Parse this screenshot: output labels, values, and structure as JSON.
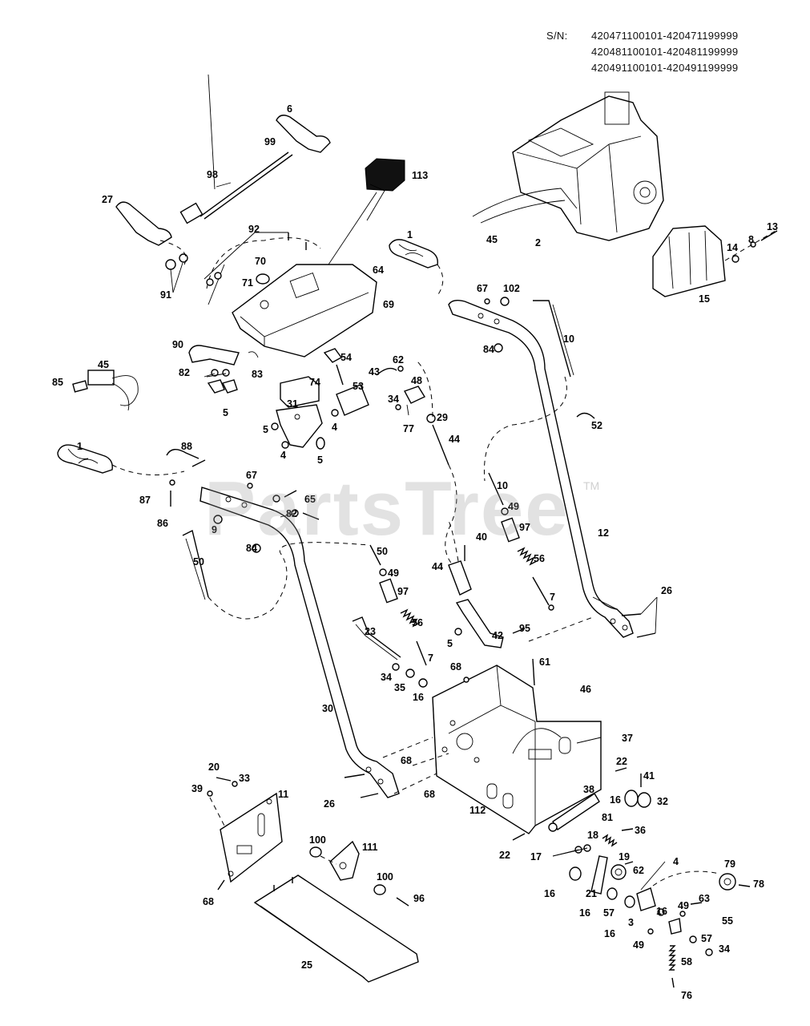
{
  "serial_block": {
    "label": "S/N:",
    "ranges": [
      "420471100101-420471199999",
      "420481100101-420481199999",
      "420491100101-420491199999"
    ]
  },
  "watermark": {
    "text": "PartsTree",
    "tm": "TM"
  },
  "callouts": [
    "1",
    "2",
    "3",
    "4",
    "5",
    "6",
    "7",
    "8",
    "9",
    "10",
    "11",
    "12",
    "13",
    "14",
    "15",
    "16",
    "17",
    "18",
    "19",
    "20",
    "21",
    "22",
    "23",
    "25",
    "26",
    "27",
    "29",
    "30",
    "31",
    "32",
    "33",
    "34",
    "35",
    "36",
    "37",
    "38",
    "39",
    "40",
    "41",
    "42",
    "43",
    "44",
    "45",
    "46",
    "48",
    "49",
    "50",
    "52",
    "53",
    "54",
    "55",
    "56",
    "57",
    "58",
    "61",
    "62",
    "63",
    "64",
    "65",
    "67",
    "68",
    "69",
    "70",
    "71",
    "74",
    "76",
    "77",
    "78",
    "79",
    "81",
    "82",
    "83",
    "84",
    "85",
    "86",
    "87",
    "88",
    "90",
    "91",
    "92",
    "95",
    "96",
    "97",
    "98",
    "99",
    "100",
    "102",
    "111",
    "112",
    "113"
  ]
}
